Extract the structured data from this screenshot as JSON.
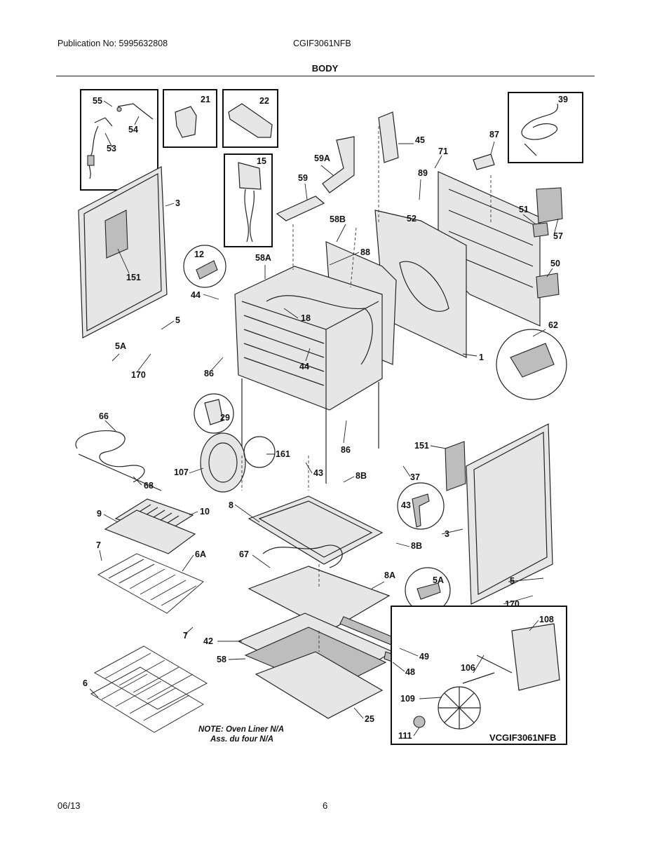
{
  "header": {
    "publication": "Publication No: 5995632808",
    "model": "CGIF3061NFB",
    "section_title": "BODY"
  },
  "footer": {
    "date": "06/13",
    "page": "6"
  },
  "diagram": {
    "notes": [
      "NOTE: Oven Liner N/A",
      "Ass. du four N/A"
    ],
    "model_code": "VCGIF3061NFB",
    "part_labels": {
      "p55": "55",
      "p54": "54",
      "p53": "53",
      "p21": "21",
      "p22": "22",
      "p15": "15",
      "p45": "45",
      "p59a": "59A",
      "p59": "59",
      "p87": "87",
      "p71": "71",
      "p39": "39",
      "p89": "89",
      "p3_left": "3",
      "p151_left": "151",
      "p12": "12",
      "p44_top": "44",
      "p58a": "58A",
      "p58b": "58B",
      "p88": "88",
      "p52": "52",
      "p51": "51",
      "p57": "57",
      "p50": "50",
      "p18": "18",
      "p5_left": "5",
      "p5a_left": "5A",
      "p170_left": "170",
      "p44_mid": "44",
      "p86_left": "86",
      "p62": "62",
      "p1": "1",
      "p29": "29",
      "p66": "66",
      "p161": "161",
      "p107": "107",
      "p86_right": "86",
      "p151_right": "151",
      "p43_small": "43",
      "p8b_top": "8B",
      "p37": "37",
      "p68": "68",
      "p8": "8",
      "p43_zoom": "43",
      "p3_right": "3",
      "p10": "10",
      "p9": "9",
      "p8b_bottom": "8B",
      "p7_top": "7",
      "p6a": "6A",
      "p67": "67",
      "p8a": "8A",
      "p5_right": "5",
      "p5a_right": "5A",
      "p170_right": "170",
      "p7_bottom": "7",
      "p42": "42",
      "p49": "49",
      "p108": "108",
      "p58": "58",
      "p48": "48",
      "p106": "106",
      "p6": "6",
      "p109": "109",
      "p25": "25",
      "p111": "111"
    }
  }
}
